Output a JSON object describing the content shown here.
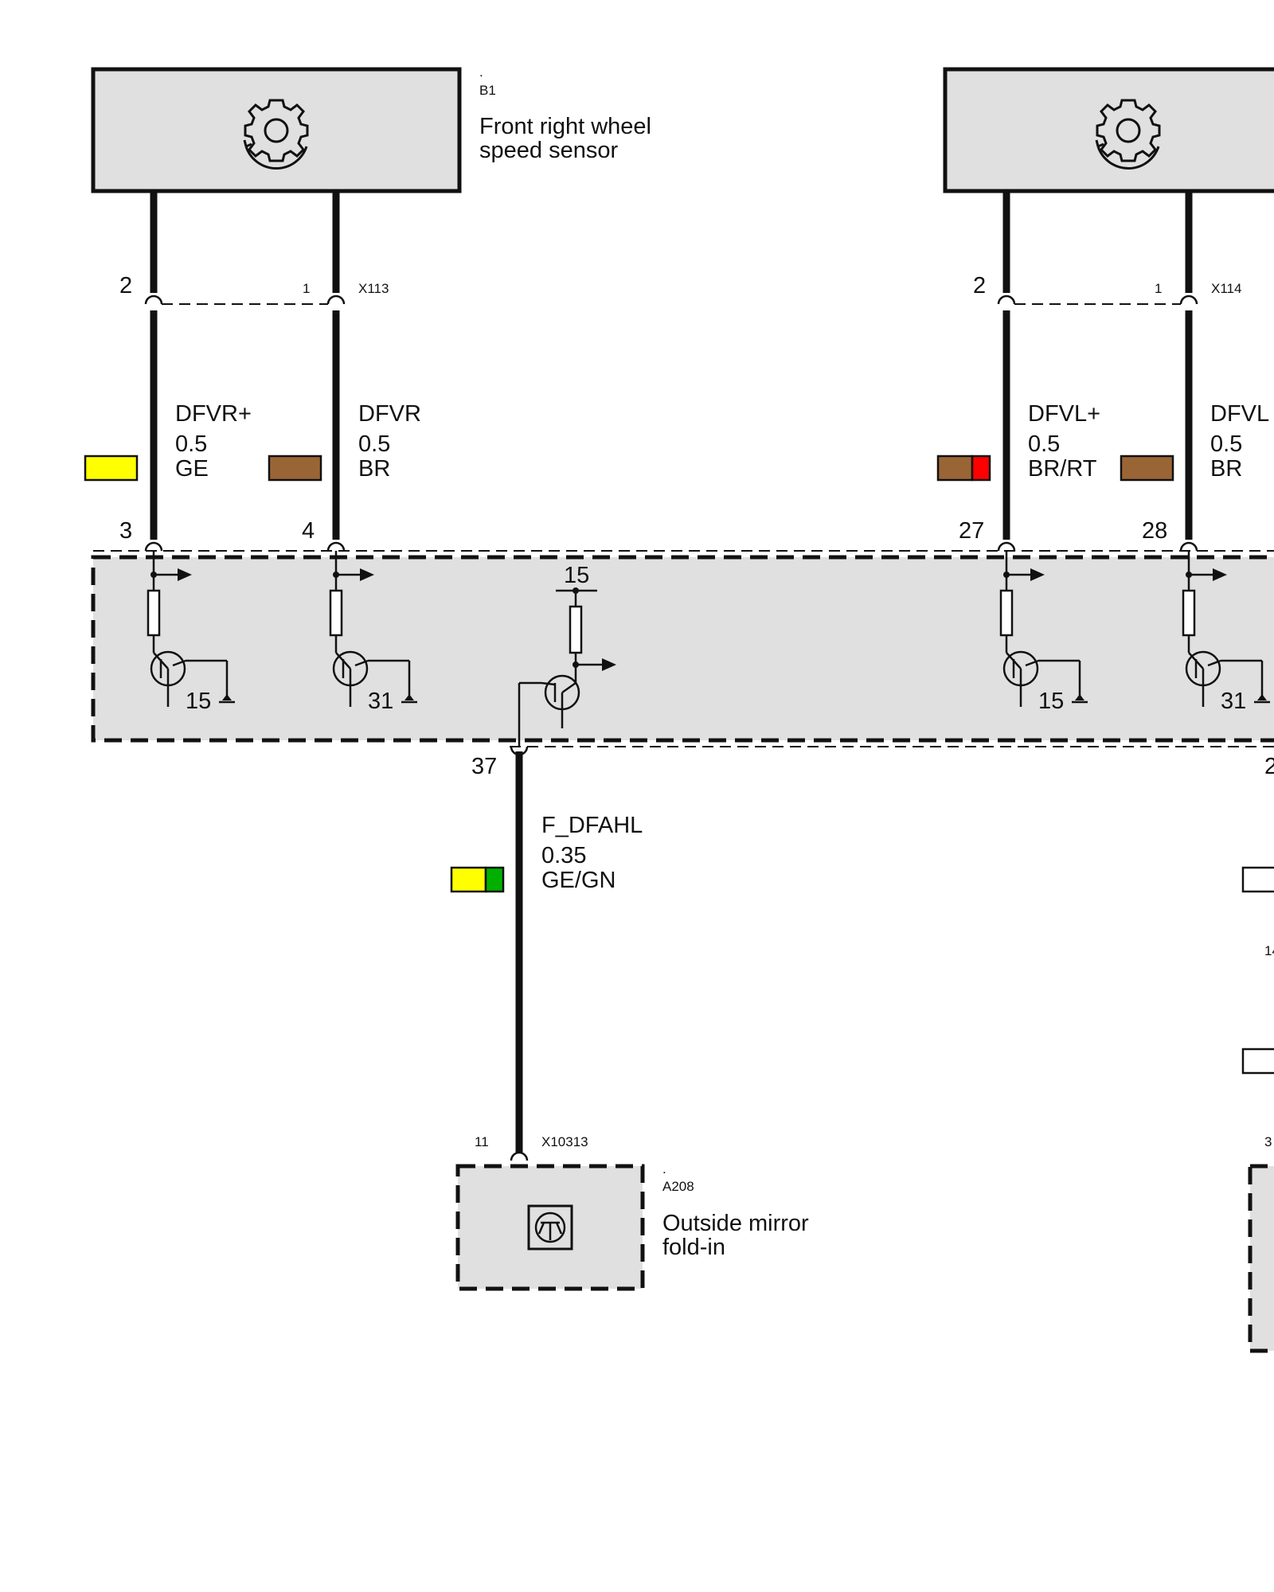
{
  "components": {
    "b1": {
      "dot": ".",
      "ref": "B1",
      "name_line1": "Front right wheel",
      "name_line2": "speed sensor",
      "icon": "gear-sensor-icon"
    },
    "b2": {
      "icon": "gear-sensor-icon"
    },
    "a208": {
      "dot": ".",
      "ref": "A208",
      "name_line1": "Outside mirror",
      "name_line2": "fold-in",
      "icon": "transistor-module-icon"
    }
  },
  "connectors": {
    "x113": {
      "label": "X113",
      "pin_left": "2",
      "pin_right": "1"
    },
    "x114": {
      "label": "X114",
      "pin_left": "2",
      "pin_right": "1"
    },
    "x10313": {
      "label": "X10313",
      "pin": "11"
    }
  },
  "wires": [
    {
      "signal": "DFVR+",
      "size": "0.5",
      "color_code": "GE",
      "colors": [
        "#ffff00"
      ],
      "ecu_pin": "3"
    },
    {
      "signal": "DFVR",
      "size": "0.5",
      "color_code": "BR",
      "colors": [
        "#9a6535"
      ],
      "ecu_pin": "4"
    },
    {
      "signal": "DFVL+",
      "size": "0.5",
      "color_code": "BR/RT",
      "colors": [
        "#9a6535",
        "#ff0000"
      ],
      "ecu_pin": "27"
    },
    {
      "signal": "DFVL",
      "size": "0.5",
      "color_code": "BR",
      "colors": [
        "#9a6535"
      ],
      "ecu_pin": "28"
    },
    {
      "signal": "F_DFAHL",
      "size": "0.35",
      "color_code": "GE/GN",
      "colors": [
        "#ffff00",
        "#00b000"
      ],
      "ecu_pin": "37"
    }
  ],
  "ecu": {
    "stages": [
      {
        "supply_label": "15"
      },
      {
        "supply_label": "31"
      },
      {
        "supply_label": "15"
      },
      {
        "supply_label": "31"
      }
    ],
    "output_supply_label": "15"
  },
  "edge_fragments": {
    "ecu_pin_partial": "2",
    "pin_partial_1": "14",
    "pin_partial_2": "3"
  }
}
